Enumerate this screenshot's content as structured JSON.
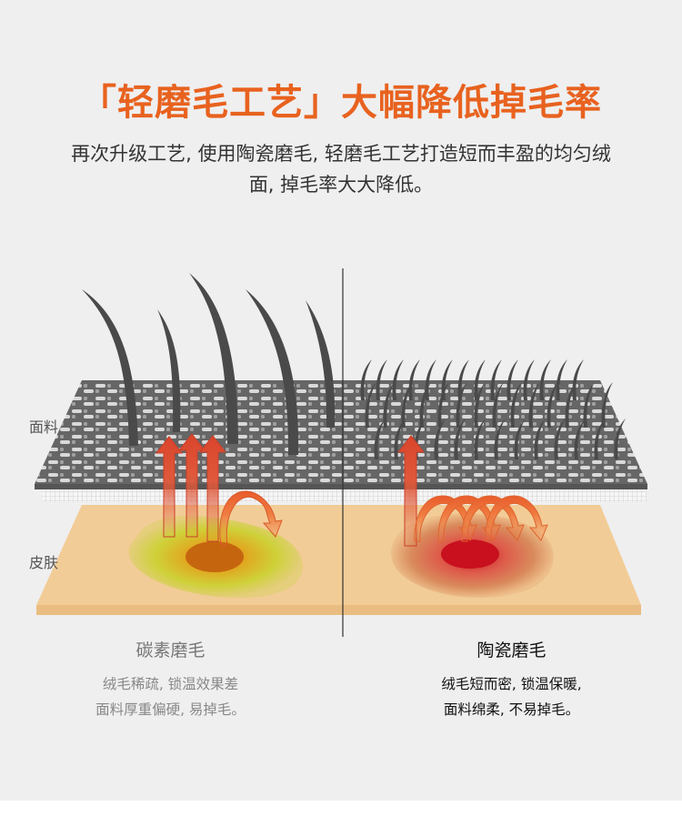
{
  "header": {
    "title": "「轻磨毛工艺」大幅降低掉毛率",
    "subtitle_line1": "再次升级工艺, 使用陶瓷磨毛, 轻磨毛工艺打造短而丰盈的均匀绒",
    "subtitle_line2": "面, 掉毛率大大降低。"
  },
  "labels": {
    "fabric": "面料",
    "skin": "皮肤"
  },
  "left": {
    "title": "碳素磨毛",
    "desc_line1": "绒毛稀疏, 锁温效果差",
    "desc_line2": "面料厚重偏硬, 易掉毛。"
  },
  "right": {
    "title": "陶瓷磨毛",
    "desc_line1": "绒毛短而密, 锁温保暖,",
    "desc_line2": "面料绵柔, 不易掉毛。"
  },
  "colors": {
    "accent": "#e8621f",
    "skin": "#f0c993",
    "fabric": "#6b6b6b",
    "hair": "#4a4a4a",
    "heat_arrow": "#e0583a"
  }
}
